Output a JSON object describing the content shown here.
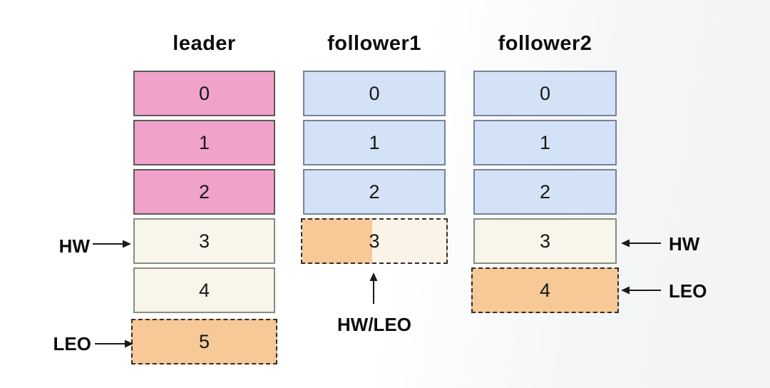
{
  "diagram": {
    "columns": [
      {
        "title": "leader",
        "entries": [
          "0",
          "1",
          "2",
          "3",
          "4",
          "5"
        ]
      },
      {
        "title": "follower1",
        "entries": [
          "0",
          "1",
          "2",
          "3"
        ]
      },
      {
        "title": "follower2",
        "entries": [
          "0",
          "1",
          "2",
          "3",
          "4"
        ]
      }
    ],
    "annotations": {
      "leader_hw": "HW",
      "leader_leo": "LEO",
      "follower1_hw_leo": "HW/LEO",
      "follower2_hw": "HW",
      "follower2_leo": "LEO"
    }
  },
  "colors": {
    "leader_committed": "#F0A2CB",
    "follower_committed": "#D4E2F7",
    "uncommitted": "#F8F5EA",
    "leo_highlight": "#F6C997",
    "dashed_border": "#2E2E2E"
  }
}
